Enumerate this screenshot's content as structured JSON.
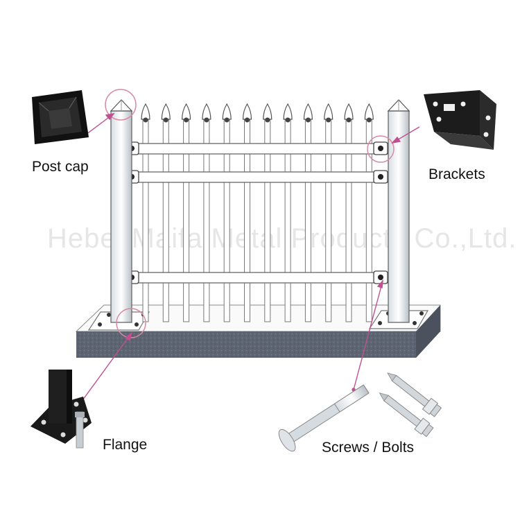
{
  "watermark": "Hebei Maifa Metal Products Co.,Ltd.",
  "labels": {
    "post_cap": "Post cap",
    "brackets": "Brackets",
    "flange": "Flange",
    "screws_bolts": "Screws / Bolts"
  },
  "colors": {
    "leader_line": "#c0508f",
    "callout_circle": "#d98aa0",
    "concrete_base": "#5d6573",
    "fence_stroke": "#7a7a7a",
    "part_black": "#1c1c1c"
  },
  "icons": [
    "post-cap-icon",
    "bracket-icon",
    "flange-icon",
    "bolt-icon",
    "screw-icon"
  ]
}
